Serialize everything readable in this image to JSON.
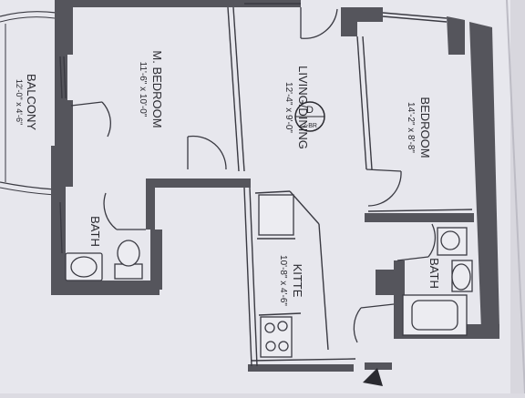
{
  "rooms": {
    "balcony": {
      "name": "BALCONY",
      "dims": "12'-0\" x 4'-6\""
    },
    "master_bedroom": {
      "name": "M. BEDROOM",
      "dims": "11'-6\" x 10'-0\""
    },
    "living_dining": {
      "name": "LIVING/DINING",
      "dims": "12'-4\" x 9'-0\""
    },
    "bedroom": {
      "name": "BEDROOM",
      "dims": "14'-2\" x 8'-8\""
    },
    "bath_left": {
      "name": "BATH"
    },
    "kitchen": {
      "name": "KITTE",
      "dims": "10'-8\" x 4'-6\""
    },
    "bath_right": {
      "name": "BATH"
    }
  },
  "unit_badge": {
    "letter": "D",
    "type": "2-BR"
  },
  "colors": {
    "paper": "#e6e6ec",
    "wall": "#55555c",
    "line": "#3a3a42",
    "shadow": "#c9c8d0"
  }
}
